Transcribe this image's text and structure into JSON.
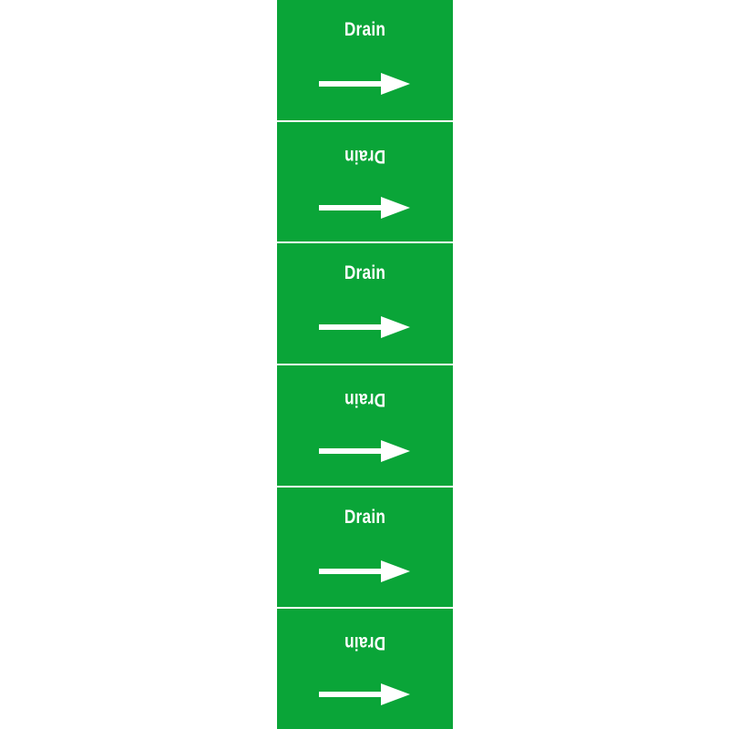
{
  "colors": {
    "label_background": "#0aa538",
    "label_foreground": "#ffffff",
    "page_background": "#ffffff"
  },
  "labels": [
    {
      "text": "Drain",
      "orientation": "upright",
      "arrow_icon": "arrow-right-icon"
    },
    {
      "text": "Drain",
      "orientation": "upside-down",
      "arrow_icon": "arrow-right-icon"
    },
    {
      "text": "Drain",
      "orientation": "upright",
      "arrow_icon": "arrow-right-icon"
    },
    {
      "text": "Drain",
      "orientation": "upside-down",
      "arrow_icon": "arrow-right-icon"
    },
    {
      "text": "Drain",
      "orientation": "upright",
      "arrow_icon": "arrow-right-icon"
    },
    {
      "text": "Drain",
      "orientation": "upside-down",
      "arrow_icon": "arrow-right-icon"
    }
  ]
}
